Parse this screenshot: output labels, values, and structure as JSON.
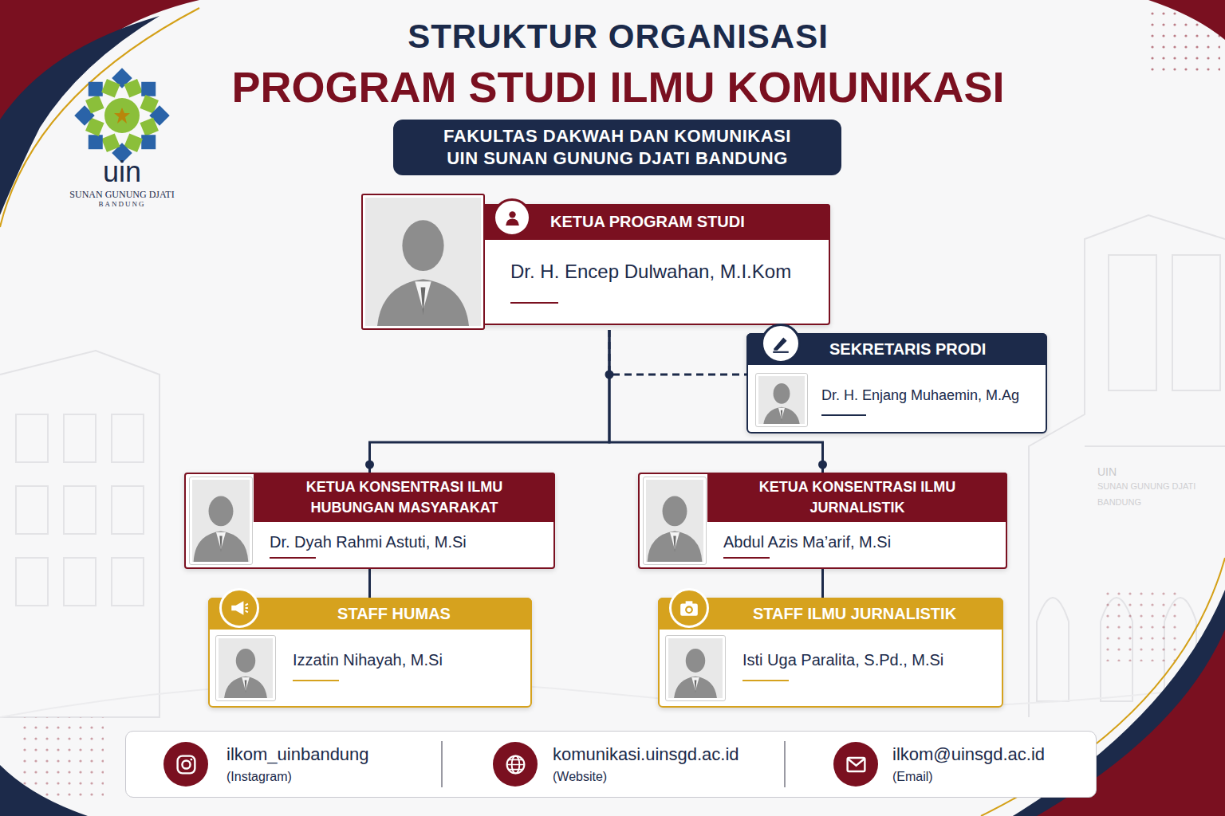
{
  "diagram": {
    "title": "STRUKTUR ORGANISASI",
    "nodes": [
      {
        "text": [
          "FAKULTAS DAKWAH DAN KOMUNIKASI UIN SUNAN GUNUNG DJATI BANDUNG"
        ]
      },
      {
        "text": [
          "KETUA PROGRAM STUDI",
          "Dr. H. Encep Dulwahan, M.I.Kom"
        ]
      },
      {
        "text": [
          "SEKRETARIS PRODI",
          "Dr. H. Enjang Muhaemin, M.Ag"
        ]
      },
      {
        "text": [
          "KETUA KONSENTRASI ILMU HUBUNGAN MASYARAKAT",
          "Dr. Dyah Rahmi Astuti, M.Si"
        ]
      },
      {
        "text": [
          "KETUA KONSENTRASI ILMU JURNALISTIK",
          "Abdul Azis Ma’arif, M.Si"
        ]
      },
      {
        "text": [
          "STAFF HUMAS",
          "Izzatin Nihayah, M.Si"
        ]
      },
      {
        "text": [
          "STAFF ILMU JURNALISTIK",
          "Isti Uga Paralita, S.Pd., M.Si"
        ]
      },
      {
        "text": [
          "ilkom_uinbandung",
          "(Instagram)",
          "komunikasi.uinsgd.ac.id",
          "(Website)",
          "ilkom@uinsgd.ac.id",
          "(Email)"
        ]
      }
    ],
    "edges": [
      {
        "from": 1,
        "to": 2,
        "arrow": "none"
      },
      {
        "from": 1,
        "to": 3,
        "arrow": "none"
      },
      {
        "from": 1,
        "to": 4,
        "arrow": "none"
      },
      {
        "from": 3,
        "to": 5,
        "arrow": "none"
      },
      {
        "from": 4,
        "to": 6,
        "arrow": "none"
      }
    ],
    "labels": [
      "PROGRAM STUDI ILMU KOMUNIKASI",
      "uin",
      "SUNAN GUNUNG DJATI",
      "BANDUNG",
      "UIN",
      "SUNAN GUNUNG DJATI",
      "BANDUNG"
    ]
  }
}
